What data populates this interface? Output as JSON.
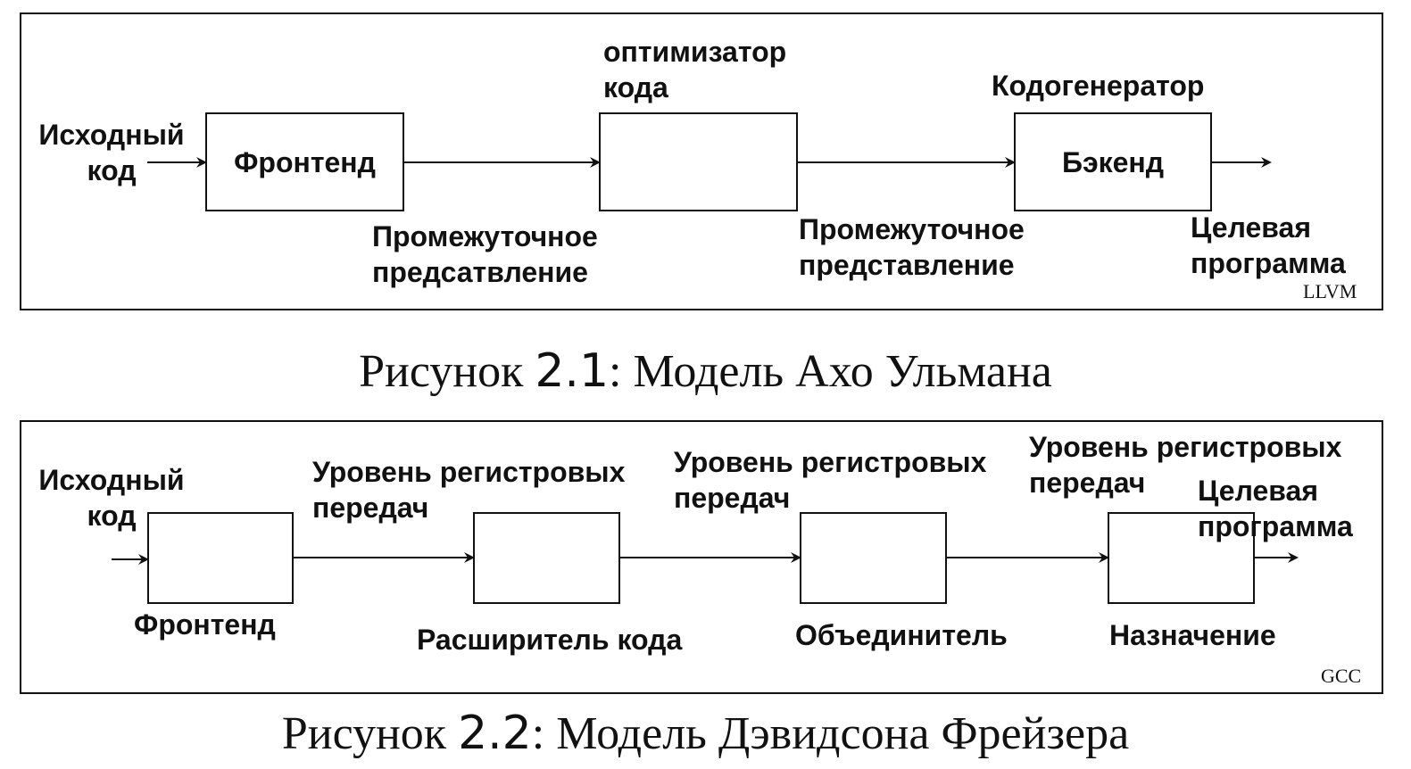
{
  "diagram1": {
    "source_label": "Исходный\nкод",
    "frontend_label": "Фронтенд",
    "optimizer_label": "оптимизатор\nкода",
    "ir1_label": "Промежуточное\nпредсатвление",
    "ir2_label": "Промежуточное\nпредставление",
    "codegen_label": "Кодогенератор",
    "backend_label": "Бэкенд",
    "target_label": "Целевая\nпрограмма",
    "tag": "LLVM"
  },
  "caption1": {
    "prefix": "Рисунок ",
    "number": "2.1",
    "text": ": Модель Ахо Ульмана"
  },
  "diagram2": {
    "source_label": "Исходный\nкод",
    "frontend_label": "Фронтенд",
    "rtl1_label": "Уровень регистровых\nпередач",
    "expander_label": "Расширитель кода",
    "rtl2_label": "Уровень регистровых\nпередач",
    "combiner_label": "Объединитель",
    "rtl3_label": "Уровень регистровых\nпередач",
    "target_label": "Целевая\nпрограмма",
    "assignment_label": "Назначение",
    "tag": "GCC"
  },
  "caption2": {
    "prefix": "Рисунок ",
    "number": "2.2",
    "text": ": Модель Дэвидсона Фрейзера"
  }
}
